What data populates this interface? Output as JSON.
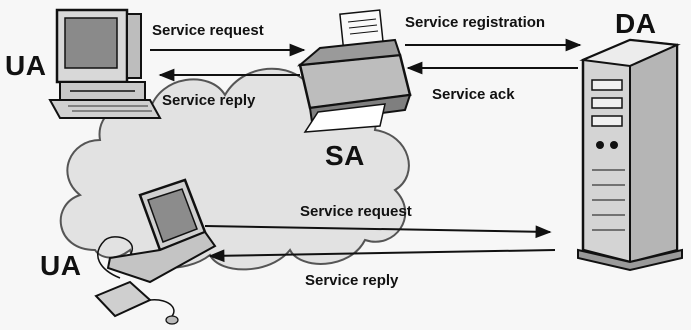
{
  "nodes": {
    "ua_top": "UA",
    "ua_bottom": "UA",
    "sa": "SA",
    "da": "DA"
  },
  "messages": {
    "ua_sa_request": "Service request",
    "ua_sa_reply": "Service reply",
    "sa_da_registration": "Service registration",
    "sa_da_ack": "Service ack",
    "ua_da_request": "Service request",
    "ua_da_reply": "Service reply"
  },
  "colors": {
    "ink": "#111111",
    "cloud": "#e4e4e4",
    "device": "#cfcfcf"
  },
  "icons": [
    "computer-icon",
    "laptop-icon",
    "printer-icon",
    "server-tower-icon",
    "cloud-icon"
  ]
}
